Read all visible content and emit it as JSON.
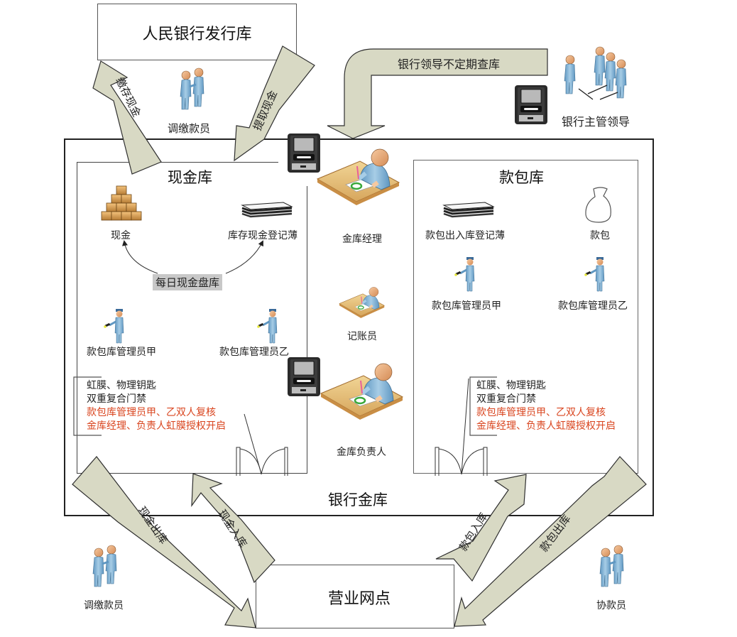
{
  "colors": {
    "arrow_fill": "#d8d9c4",
    "arrow_stroke": "#2f2f2f",
    "accent_red": "#d9441e",
    "person_blue": "#8ab8d6",
    "highlight_gray": "#c8c8c8"
  },
  "nodes": {
    "pboc_vault": "人民银行发行库",
    "bank_vault": "银行金库",
    "branch": "营业网点",
    "cash_vault": "现金库",
    "bag_vault": "款包库"
  },
  "arrows": {
    "deposit_cash": "缴存现金",
    "withdraw_cash": "提取现金",
    "leader_inspection": "银行领导不定期查库",
    "cash_out": "现金出库",
    "cash_in": "现金入库",
    "bag_in": "款包入库",
    "bag_out": "款包出库"
  },
  "people": {
    "transfer_clerk_top": "调缴款员",
    "bank_leaders": "银行主管领导",
    "vault_manager": "金库经理",
    "bookkeeper": "记账员",
    "vault_head": "金库负责人",
    "transfer_clerk_bottom": "调缴款员",
    "assistant_clerk": "协款员"
  },
  "cash_vault": {
    "cash_item": "现金",
    "ledger_item": "库存现金登记薄",
    "daily_check": "每日现金盘库",
    "keeper_a": "款包库管理员甲",
    "keeper_b": "款包库管理员乙",
    "door_note": {
      "line1": "虹膜、物理钥匙",
      "line2": "双重复合门禁",
      "line3": "款包库管理员甲、乙双人复核",
      "line4": "金库经理、负责人虹膜授权开启"
    }
  },
  "bag_vault": {
    "ledger_item": "款包出入库登记薄",
    "bag_item": "款包",
    "keeper_a": "款包库管理员甲",
    "keeper_b": "款包库管理员乙",
    "door_note": {
      "line1": "虹膜、物理钥匙",
      "line2": "双重复合门禁",
      "line3": "款包库管理员甲、乙双人复核",
      "line4": "金库经理、负责人虹膜授权开启"
    }
  }
}
